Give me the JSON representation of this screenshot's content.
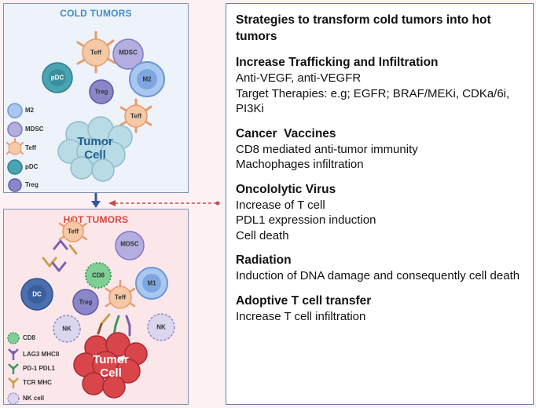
{
  "cold": {
    "title": "COLD TUMORS",
    "cells": {
      "teff_top": "Teff",
      "mdsc": "MDSC",
      "pdc": "pDC",
      "m2": "M2",
      "treg": "Treg",
      "teff_right": "Teff"
    },
    "tumor": [
      "Tumor",
      "Cell"
    ],
    "legend": [
      "M2",
      "MDSC",
      "Teff",
      "pDC",
      "Treg"
    ]
  },
  "hot": {
    "title": "HOT TUMORS",
    "cells": {
      "teff_top": "Teff",
      "mdsc": "MDSC",
      "cd8": "CD8",
      "dc": "DC",
      "m1": "M1",
      "treg": "Treg",
      "teff_mid": "Teff",
      "nk_left": "NK",
      "nk_right": "NK"
    },
    "tumor": [
      "Tumor",
      "Cell"
    ],
    "legend": [
      "CD8",
      "LAG3 MHCII",
      "PD-1 PDL1",
      "TCR MHC",
      "NK cell"
    ]
  },
  "strategies": {
    "heading": "Strategies to transform cold tumors into hot tumors",
    "sections": [
      {
        "title": "Increase Trafficking and Infiltration",
        "items": [
          "Anti-VEGF, anti-VEGFR",
          "Target Therapies: e.g; EGFR; BRAF/MEKi, CDKa/6i, PI3Ki"
        ]
      },
      {
        "title": "Cancer  Vaccines",
        "items": [
          "CD8 mediated anti-tumor immunity",
          "Machophages infiltration"
        ]
      },
      {
        "title": "Oncololytic Virus",
        "items": [
          "Increase of T cell",
          "PDL1 expression induction",
          "Cell death"
        ]
      },
      {
        "title": "Radiation",
        "items": [
          "Induction of DNA damage and consequently cell death"
        ]
      },
      {
        "title": "Adoptive T cell transfer",
        "items": [
          "Increase T cell infiltration"
        ]
      }
    ]
  },
  "colors": {
    "cold_title": "#3f8fc8",
    "hot_title": "#d9463f",
    "teff": "#f5c9a6",
    "mdsc": "#a7a2d9",
    "m2": "#a9c8f0",
    "pdc": "#4aa3b0",
    "treg": "#8b86c8",
    "cd8": "#7fcf94",
    "tumor_cold": "#b9dbe6",
    "tumor_hot": "#d8454b",
    "arrow": "#2e5c9a",
    "dashed_arrow": "#c84a4a"
  }
}
